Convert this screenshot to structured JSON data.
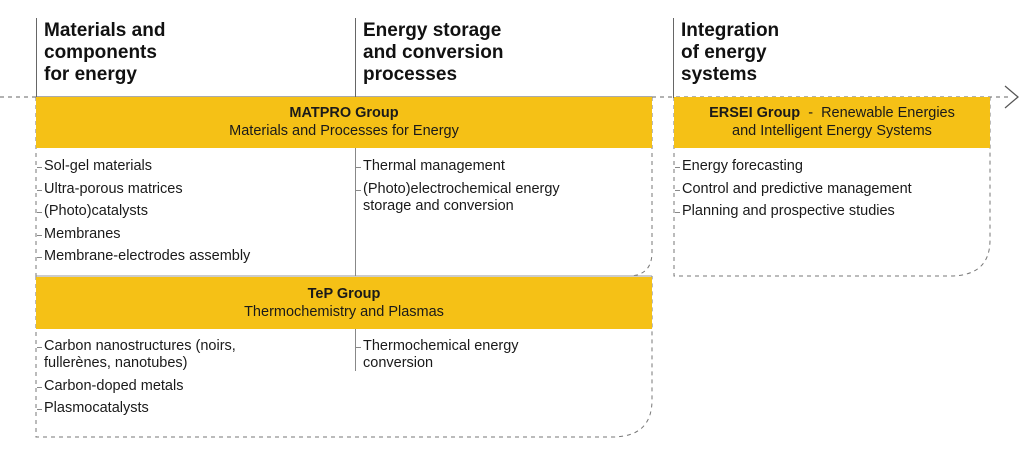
{
  "columns": [
    {
      "title_lines": [
        "Materials and",
        "components",
        "for energy"
      ]
    },
    {
      "title_lines": [
        "Energy storage",
        "and conversion",
        "processes"
      ]
    },
    {
      "title_lines": [
        "Integration",
        "of energy",
        "systems"
      ]
    }
  ],
  "groups": {
    "matpro": {
      "name": "MATPRO Group",
      "subtitle": "Materials and Processes for Energy",
      "materials": [
        "Sol-gel materials",
        "Ultra-porous matrices",
        "(Photo)catalysts",
        "Membranes",
        "Membrane-electrodes assembly"
      ],
      "processes": [
        "Thermal management",
        "(Photo)electrochemical energy storage and conversion"
      ]
    },
    "tep": {
      "name": "TeP Group",
      "subtitle": "Thermochemistry and Plasmas",
      "materials": [
        "Carbon nanostructures (noirs, fullerènes, nanotubes)",
        "Carbon-doped metals",
        "Plasmocatalysts"
      ],
      "processes": [
        "Thermochemical energy conversion"
      ]
    },
    "ersei": {
      "name": "ERSEI Group",
      "separator": "-",
      "subtitle_line1": "Renewable Energies",
      "subtitle_line2": "and Intelligent Energy Systems",
      "systems": [
        "Energy forecasting",
        "Control and predictive management",
        "Planning and prospective studies"
      ]
    }
  },
  "colors": {
    "band": "#f5c116",
    "line": "#555555"
  }
}
